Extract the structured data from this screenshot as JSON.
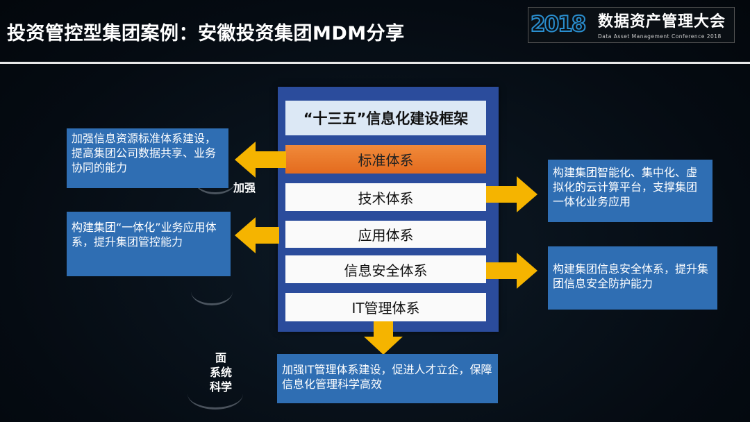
{
  "header": {
    "title": "投资管控型集团案例：安徽投资集团MDM分享"
  },
  "logo": {
    "year": "2018",
    "name_cn": "数据资产管理大会",
    "name_en": "Data Asset Management Conference 2018"
  },
  "framework": {
    "title": "“十三五”信息化建设框架",
    "rows": [
      {
        "label": "标准体系",
        "highlighted": true
      },
      {
        "label": "技术体系"
      },
      {
        "label": "应用体系"
      },
      {
        "label": "信息安全体系"
      },
      {
        "label": "IT管理体系"
      }
    ]
  },
  "callouts": {
    "standard": "加强信息资源标准体系建设，提高集团公司数据共享、业务协同的能力",
    "application": "构建集团“一体化”业务应用体系，提升集团管控能力",
    "technology": "构建集团智能化、集中化、虚拟化的云计算平台，支撑集团一体化业务应用",
    "security": "构建集团信息安全体系，提升集团信息安全防护能力",
    "it_management": "加强IT管理体系建设，促进人才立企，保障信息化管理科学高效"
  },
  "background_fragments": {
    "top": "加强",
    "bottom_lines": [
      "面",
      "系统",
      "科学"
    ]
  },
  "colors": {
    "panel": "#2b4c9c",
    "box": "#2f6eb3",
    "arrow": "#f5b400",
    "highlight": "#e46b1e"
  }
}
